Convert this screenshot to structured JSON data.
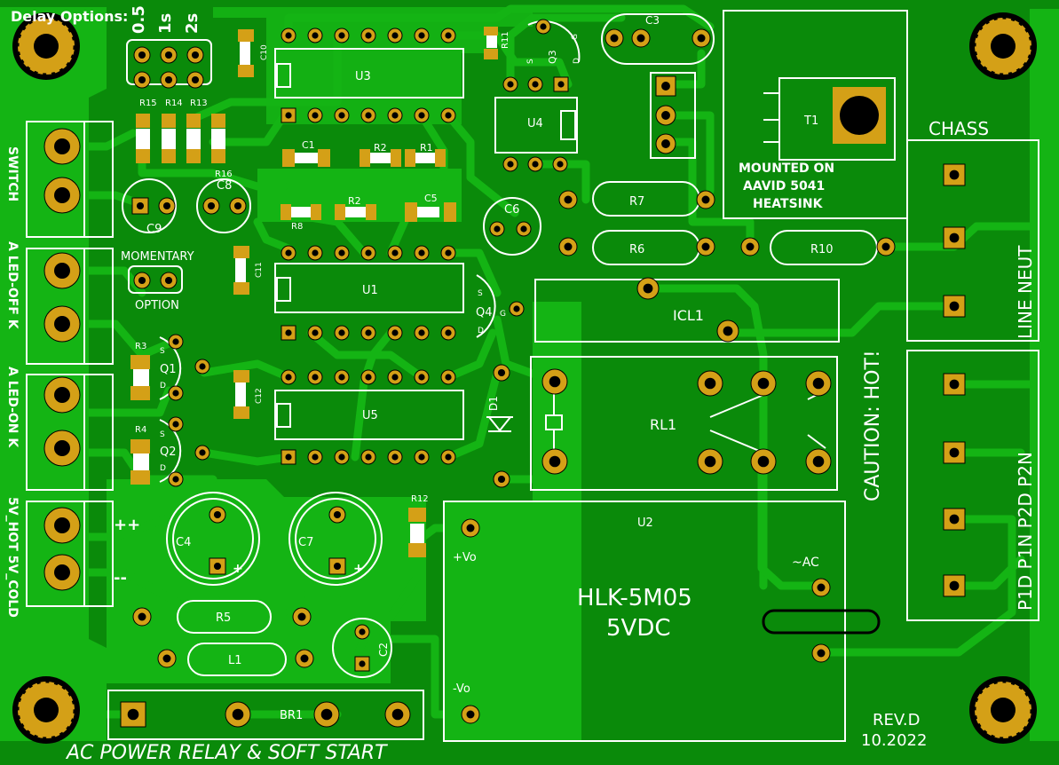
{
  "colors": {
    "board": "#0a8a0a",
    "copper": "#14b414",
    "pad": "#d4a017",
    "silk": "#ffffff",
    "drill": "#000000"
  },
  "title": "AC POWER RELAY & SOFT START",
  "header": "Delay Options:",
  "delay_options": [
    "0.5",
    "1s",
    "2s"
  ],
  "revision": "REV.D",
  "date": "10.2022",
  "caution": "CAUTION: HOT!",
  "heatsink_note": [
    "MOUNTED ON",
    "AAVID 5041",
    "HEATSINK"
  ],
  "chassis_label": "CHASS",
  "power_module": {
    "name": "HLK-5M05",
    "spec": "5VDC",
    "ref": "U2",
    "vo_plus": "+Vo",
    "vo_minus": "-Vo",
    "ac": "~AC"
  },
  "momentary": [
    "MOMENTARY",
    "OPTION"
  ],
  "left_terminals": [
    "SWITCH",
    "A LED-OFF K",
    "A LED-ON K",
    "5V_HOT 5V_COLD"
  ],
  "right_terminals": [
    "LINE NEUT",
    "P1D P1N P2D P2N"
  ],
  "plus_minus": [
    "++",
    "--"
  ],
  "components": {
    "U1": "U1",
    "U3": "U3",
    "U4": "U4",
    "U5": "U5",
    "R1": "R1",
    "R2": "R2",
    "R2b": "R2",
    "R3": "R3",
    "R4": "R4",
    "R5": "R5",
    "R6": "R6",
    "R7": "R7",
    "R8": "R8",
    "R10": "R10",
    "R11": "R11",
    "R12": "R12",
    "R13": "R13",
    "R14": "R14",
    "R15": "R15",
    "R16": "R16",
    "C1": "C1",
    "C2": "C2",
    "C3": "C3",
    "C4": "C4",
    "C5": "C5",
    "C6": "C6",
    "C7": "C7",
    "C8": "C8",
    "C9": "C9",
    "C10": "C10",
    "C11": "C11",
    "C12": "C12",
    "Q1": "Q1",
    "Q2": "Q2",
    "Q3": "Q3",
    "Q4": "Q4",
    "D1": "D1",
    "L1": "L1",
    "BR1": "BR1",
    "RL1": "RL1",
    "T1": "T1",
    "ICL1": "ICL1"
  },
  "pin_letters": {
    "S": "S",
    "G": "G",
    "D": "D",
    "plus": "+"
  }
}
